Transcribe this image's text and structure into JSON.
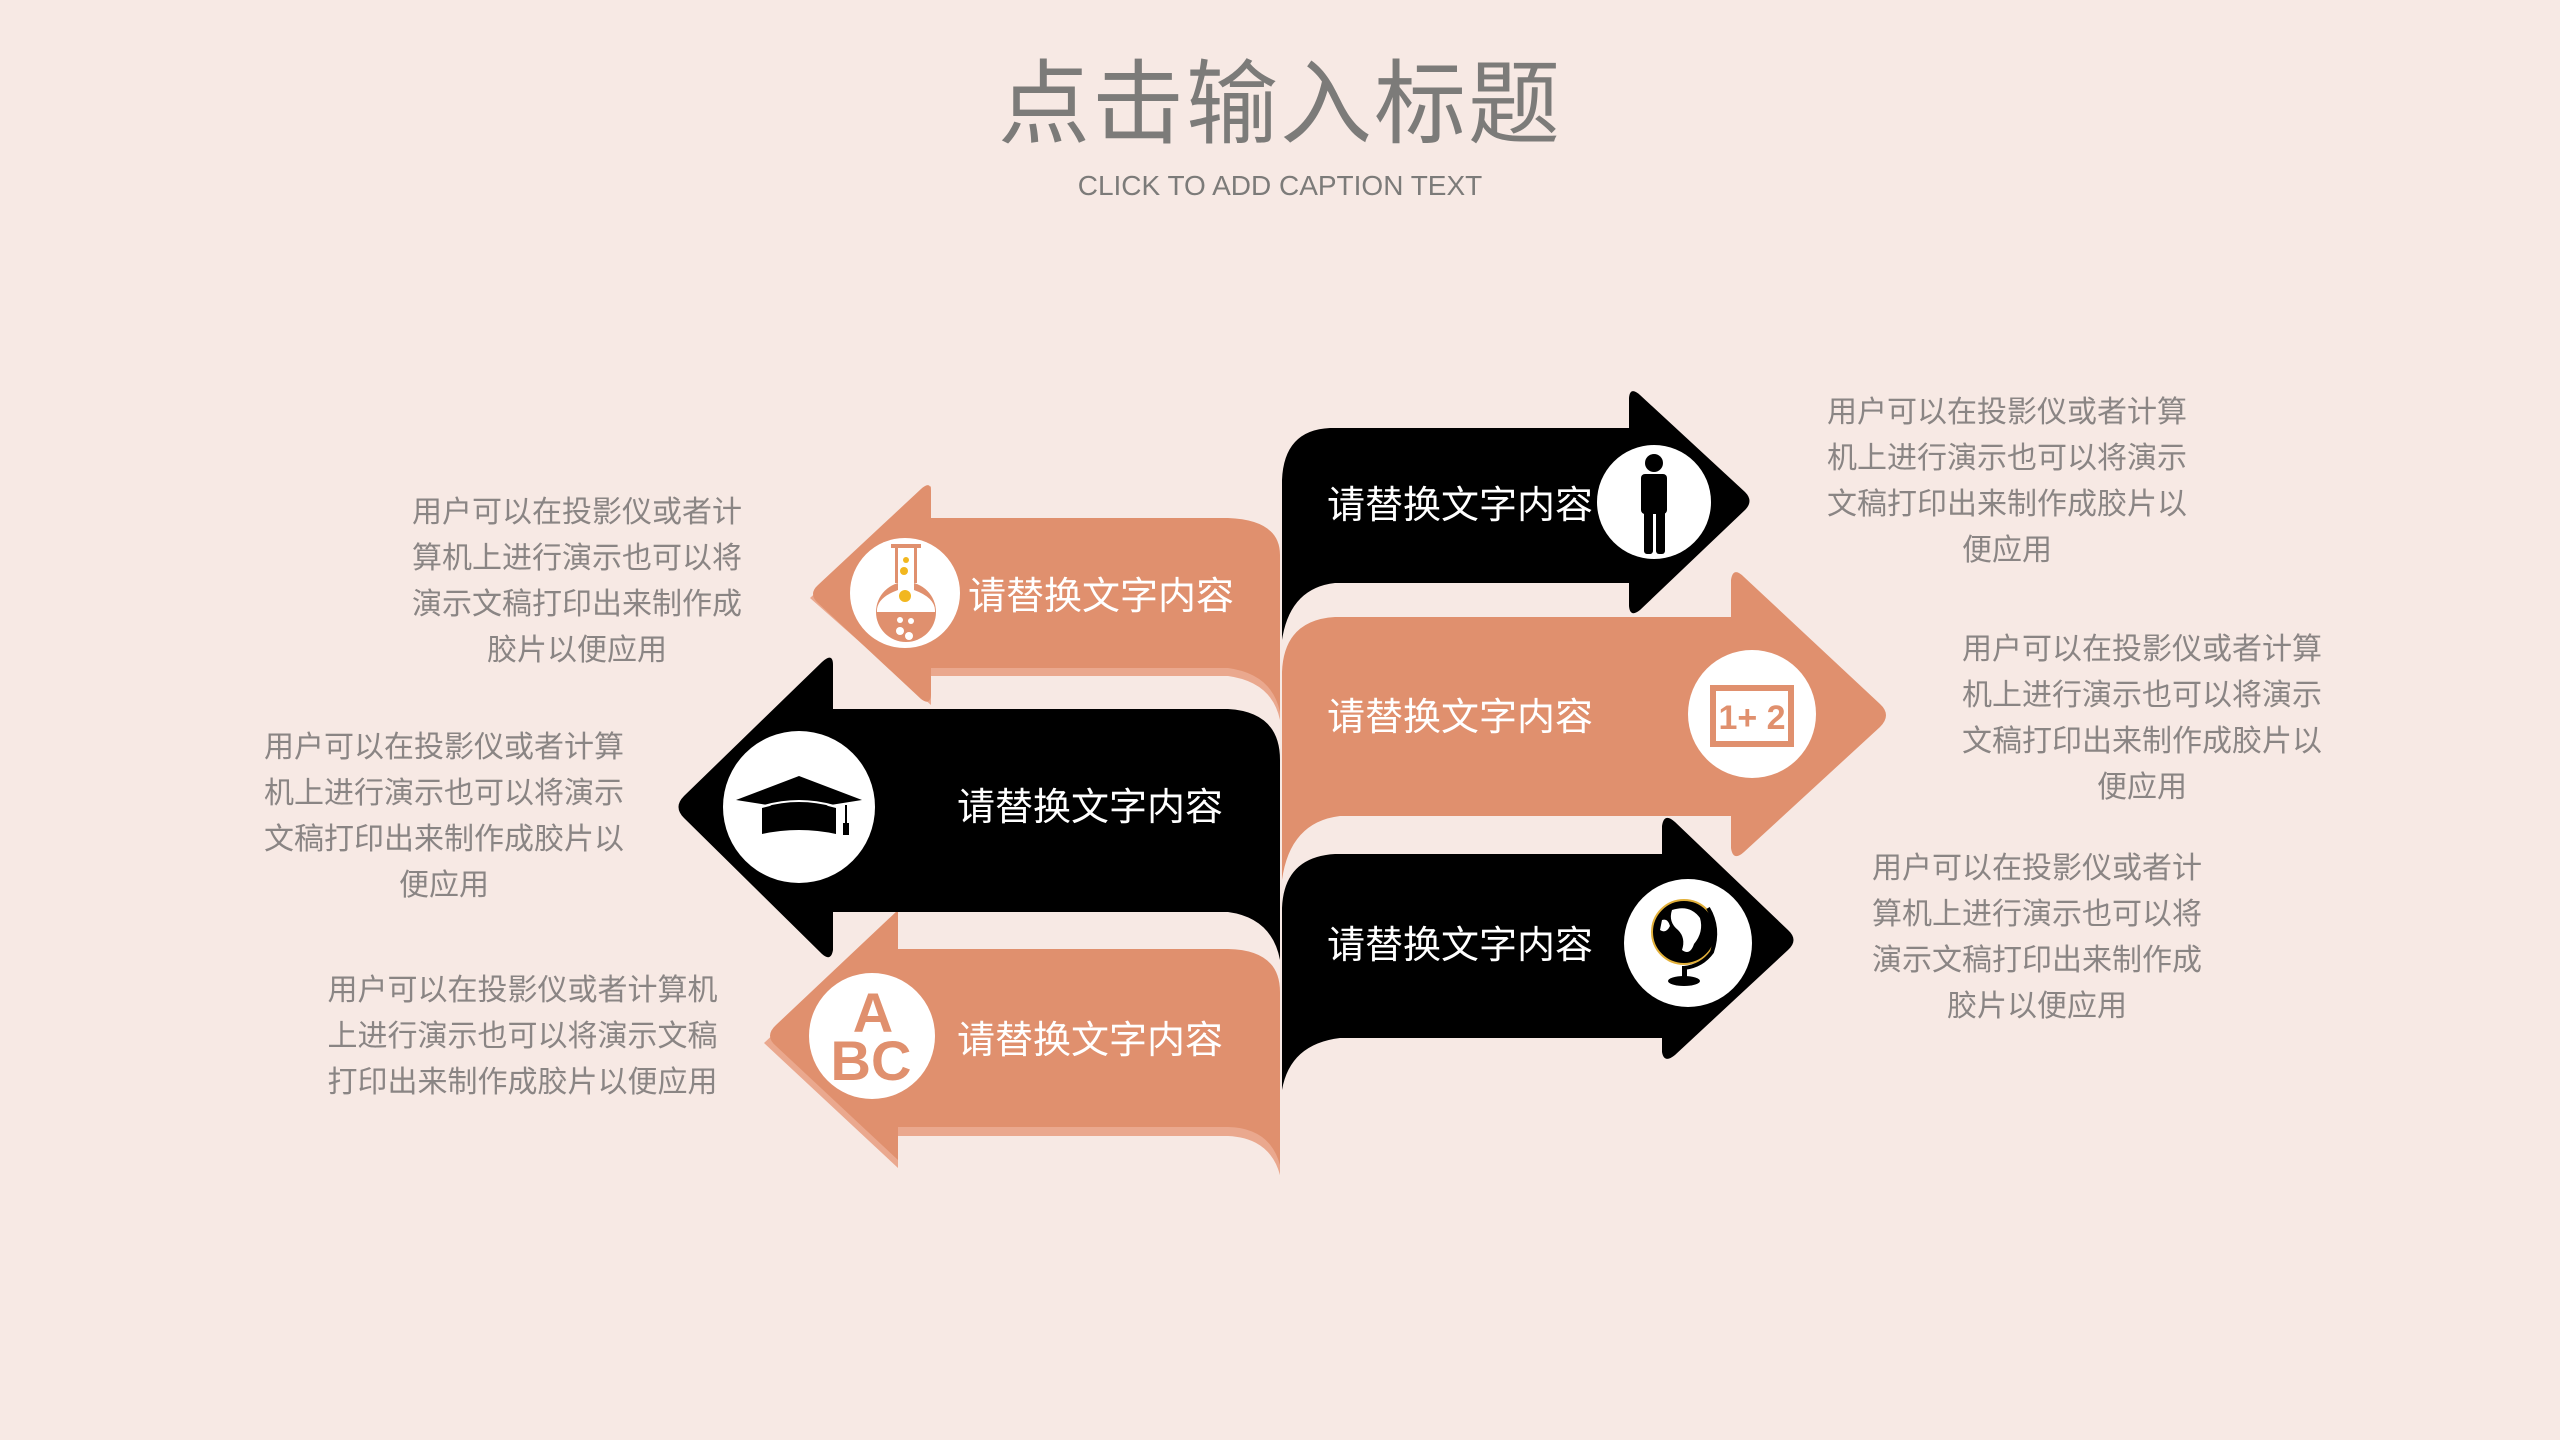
{
  "slide": {
    "title": "点击输入标题",
    "subtitle": "CLICK TO ADD CAPTION TEXT"
  },
  "colors": {
    "background": "#F7E9E4",
    "orange": "#E0906E",
    "orange_shadow": "#EAA88E",
    "black": "#000000",
    "text_gray": "#8A8584",
    "title_gray": "#7C7B79"
  },
  "arrows": [
    {
      "id": "left-top",
      "direction": "left",
      "color": "orange",
      "icon": "flask-icon",
      "label": "请替换文字内容"
    },
    {
      "id": "left-middle",
      "direction": "left",
      "color": "black",
      "icon": "graduation-cap-icon",
      "label": "请替换文字内容"
    },
    {
      "id": "left-bottom",
      "direction": "left",
      "color": "orange",
      "icon": "abc-icon",
      "label": "请替换文字内容"
    },
    {
      "id": "right-top",
      "direction": "right",
      "color": "black",
      "icon": "person-icon",
      "label": "请替换文字内容"
    },
    {
      "id": "right-middle",
      "direction": "right",
      "color": "orange",
      "icon": "math-board-icon",
      "label": "请替换文字内容"
    },
    {
      "id": "right-bottom",
      "direction": "right",
      "color": "black",
      "icon": "globe-icon",
      "label": "请替换文字内容"
    }
  ],
  "icon_text": {
    "math_board": "1+ 2",
    "abc_top": "A",
    "abc_bottom": "BC"
  },
  "descriptions": [
    {
      "id": "left-top",
      "text": "用户可以在投影仪或者计\n算机上进行演示也可以将\n演示文稿打印出来制作成\n胶片以便应用"
    },
    {
      "id": "left-middle",
      "text": "用户可以在投影仪或者计算\n机上进行演示也可以将演示\n文稿打印出来制作成胶片以\n便应用"
    },
    {
      "id": "left-bottom",
      "text": "用户可以在投影仪或者计算机\n上进行演示也可以将演示文稿\n打印出来制作成胶片以便应用"
    },
    {
      "id": "right-top",
      "text": "用户可以在投影仪或者计算\n机上进行演示也可以将演示\n文稿打印出来制作成胶片以\n便应用"
    },
    {
      "id": "right-middle",
      "text": "用户可以在投影仪或者计算\n机上进行演示也可以将演示\n文稿打印出来制作成胶片以\n便应用"
    },
    {
      "id": "right-bottom",
      "text": "用户可以在投影仪或者计\n算机上进行演示也可以将\n演示文稿打印出来制作成\n胶片以便应用"
    }
  ]
}
